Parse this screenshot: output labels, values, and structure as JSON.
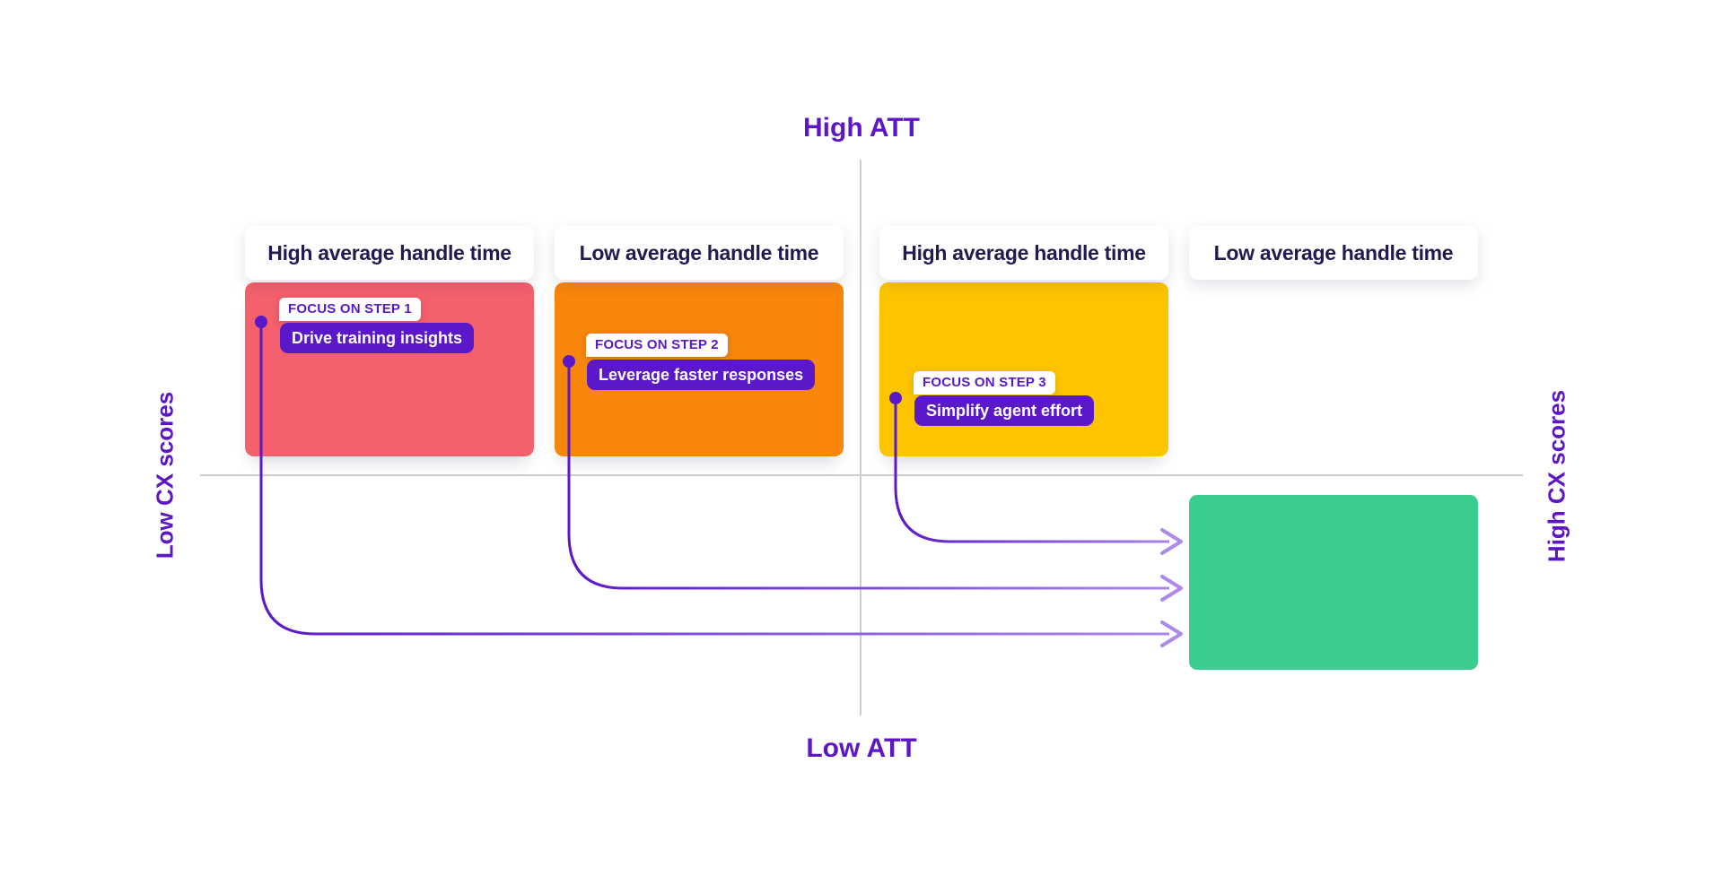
{
  "matrix": {
    "top_axis_label": "High ATT",
    "bottom_axis_label": "Low ATT",
    "left_axis_label": "Low CX scores",
    "right_axis_label": "High CX scores"
  },
  "quadrants": [
    {
      "header": "High average handle time"
    },
    {
      "header": "Low average handle time"
    },
    {
      "header": "High average handle time"
    },
    {
      "header": "Low average handle time"
    }
  ],
  "steps": [
    {
      "tag": "FOCUS ON STEP 1",
      "action": "Drive training insights"
    },
    {
      "tag": "FOCUS ON STEP 2",
      "action": "Leverage faster responses"
    },
    {
      "tag": "FOCUS ON STEP 3",
      "action": "Simplify agent effort"
    }
  ],
  "colors": {
    "accent_purple": "#5a18c9",
    "axis_label_purple": "#5d16c5",
    "heading_navy": "#241a4f",
    "panel_red": "#f4606c",
    "panel_orange": "#f8860b",
    "panel_yellow": "#fcc500",
    "target_green": "#3bcd8d",
    "arrow_dark": "#5a18c9",
    "arrow_light": "#ab8ae9",
    "axis_line_gray": "#cdcdcd"
  }
}
